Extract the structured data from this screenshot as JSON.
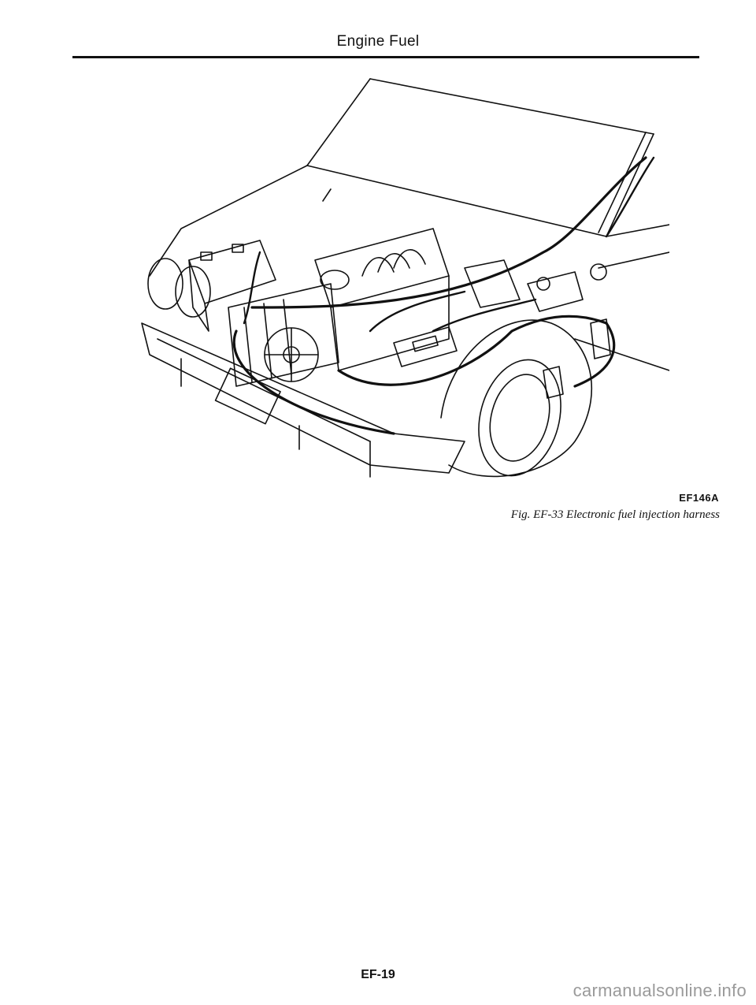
{
  "header": {
    "title": "Engine Fuel"
  },
  "figure": {
    "code": "EF146A",
    "caption": "Fig. EF-33 Electronic fuel injection harness",
    "illustration_icon": "car-engine-bay-illustration"
  },
  "footer": {
    "page_number": "EF-19",
    "watermark": "carmanualsonline.info"
  }
}
